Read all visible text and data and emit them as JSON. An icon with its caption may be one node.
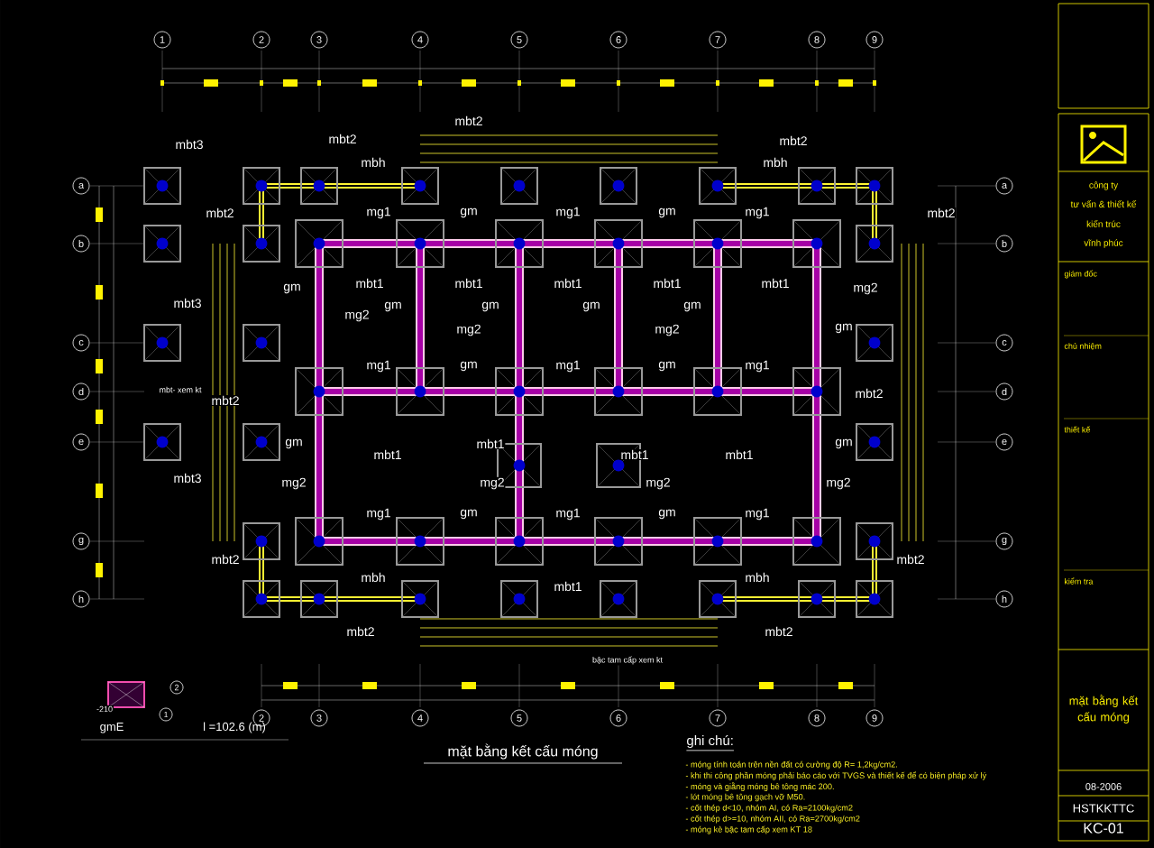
{
  "diagram": {
    "title": "mặt bằng kết cấu móng",
    "labels": [
      "1",
      "2",
      "3",
      "4",
      "5",
      "6",
      "7",
      "8",
      "9",
      "mbt3",
      "mbt2",
      "mbt2",
      "mbt2",
      "mbh",
      "mbh",
      "mbt2",
      "mg1",
      "gm",
      "mg1",
      "gm",
      "mg1",
      "mbt2",
      "gm",
      "mbt1",
      "mbt1",
      "mbt1",
      "mbt1",
      "mbt1",
      "mg2",
      "gm",
      "gm",
      "gm",
      "gm",
      "gm",
      "mbt3",
      "mg2",
      "mg2",
      "mg2",
      "mbt2",
      "mg1",
      "gm",
      "mg1",
      "gm",
      "mg1",
      "mbt2",
      "gm",
      "gm",
      "mbt1",
      "mbt1",
      "mbt1",
      "mbt1",
      "mbt3",
      "mg2",
      "mg2",
      "mg2",
      "mg2",
      "mbt2",
      "mg1",
      "gm",
      "mg1",
      "gm",
      "mg1",
      "mbt2",
      "mbh",
      "mbt1",
      "mbh",
      "mbt2",
      "mbt2",
      "a",
      "b",
      "c",
      "d",
      "e",
      "g",
      "h",
      "a",
      "b",
      "c",
      "d",
      "e",
      "g",
      "h",
      "2",
      "3",
      "4",
      "5",
      "6",
      "7",
      "8",
      "9",
      "mbt- xem kt",
      "bậc tam cấp xem kt",
      "gmE",
      "l =102.6 (m)",
      "1",
      "2",
      "-210",
      "ghi chú:",
      "- móng tính toán trên nền đất có cường độ R= 1,2kg/cm2.",
      "- khi thi công phần móng phải báo cáo với TVGS và thiết kế để có biện pháp xử lý",
      "- móng và giằng móng bê tông mác 200.",
      "- lót móng bê tông gạch vỡ M50.",
      "- cốt thép d<10, nhóm AI, có Ra=2100kg/cm2",
      "- cốt thép d>=10, nhóm AII, có Ra=2700kg/cm2",
      "- móng kè bậc tam cấp xem KT 18",
      "công ty",
      "tư vấn & thiết kế",
      "kiến trúc",
      "vĩnh phúc",
      "giám đốc",
      "chủ nhiệm",
      "thiết kế",
      "kiểm tra",
      "mặt bằng kết cấu móng",
      "08-2006",
      "HSTKKTTC",
      "KC-01"
    ]
  }
}
